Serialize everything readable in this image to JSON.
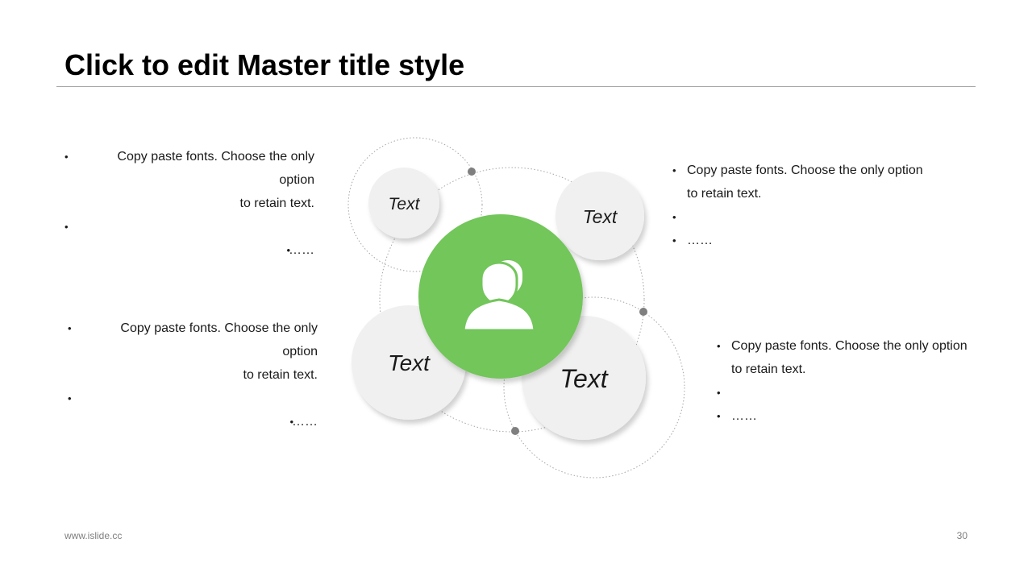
{
  "slide": {
    "title": "Click to edit Master title style",
    "footer_url": "www.islide.cc",
    "page_number": "30"
  },
  "colors": {
    "accent_green": "#72c65a",
    "bubble_fill": "#f0f0f0",
    "connector_dot": "#7f7f7f"
  },
  "diagram": {
    "center_icon": "users-icon",
    "bubbles": [
      {
        "label": "Text"
      },
      {
        "label": "Text"
      },
      {
        "label": "Text"
      },
      {
        "label": "Text"
      }
    ]
  },
  "text_blocks": {
    "top_left": {
      "line1": "Copy paste fonts. Choose the only option",
      "line2": "to retain text.",
      "bullet2": "……"
    },
    "bottom_left": {
      "line1": "Copy paste fonts. Choose the only option",
      "line2": "to retain text.",
      "bullet2": "……"
    },
    "top_right": {
      "line1": "Copy paste fonts. Choose the only option",
      "line2": "to retain text.",
      "bullet2": "……"
    },
    "bottom_right": {
      "line1": "Copy paste fonts. Choose the only option",
      "line2": "to retain text.",
      "bullet2": "……"
    }
  }
}
